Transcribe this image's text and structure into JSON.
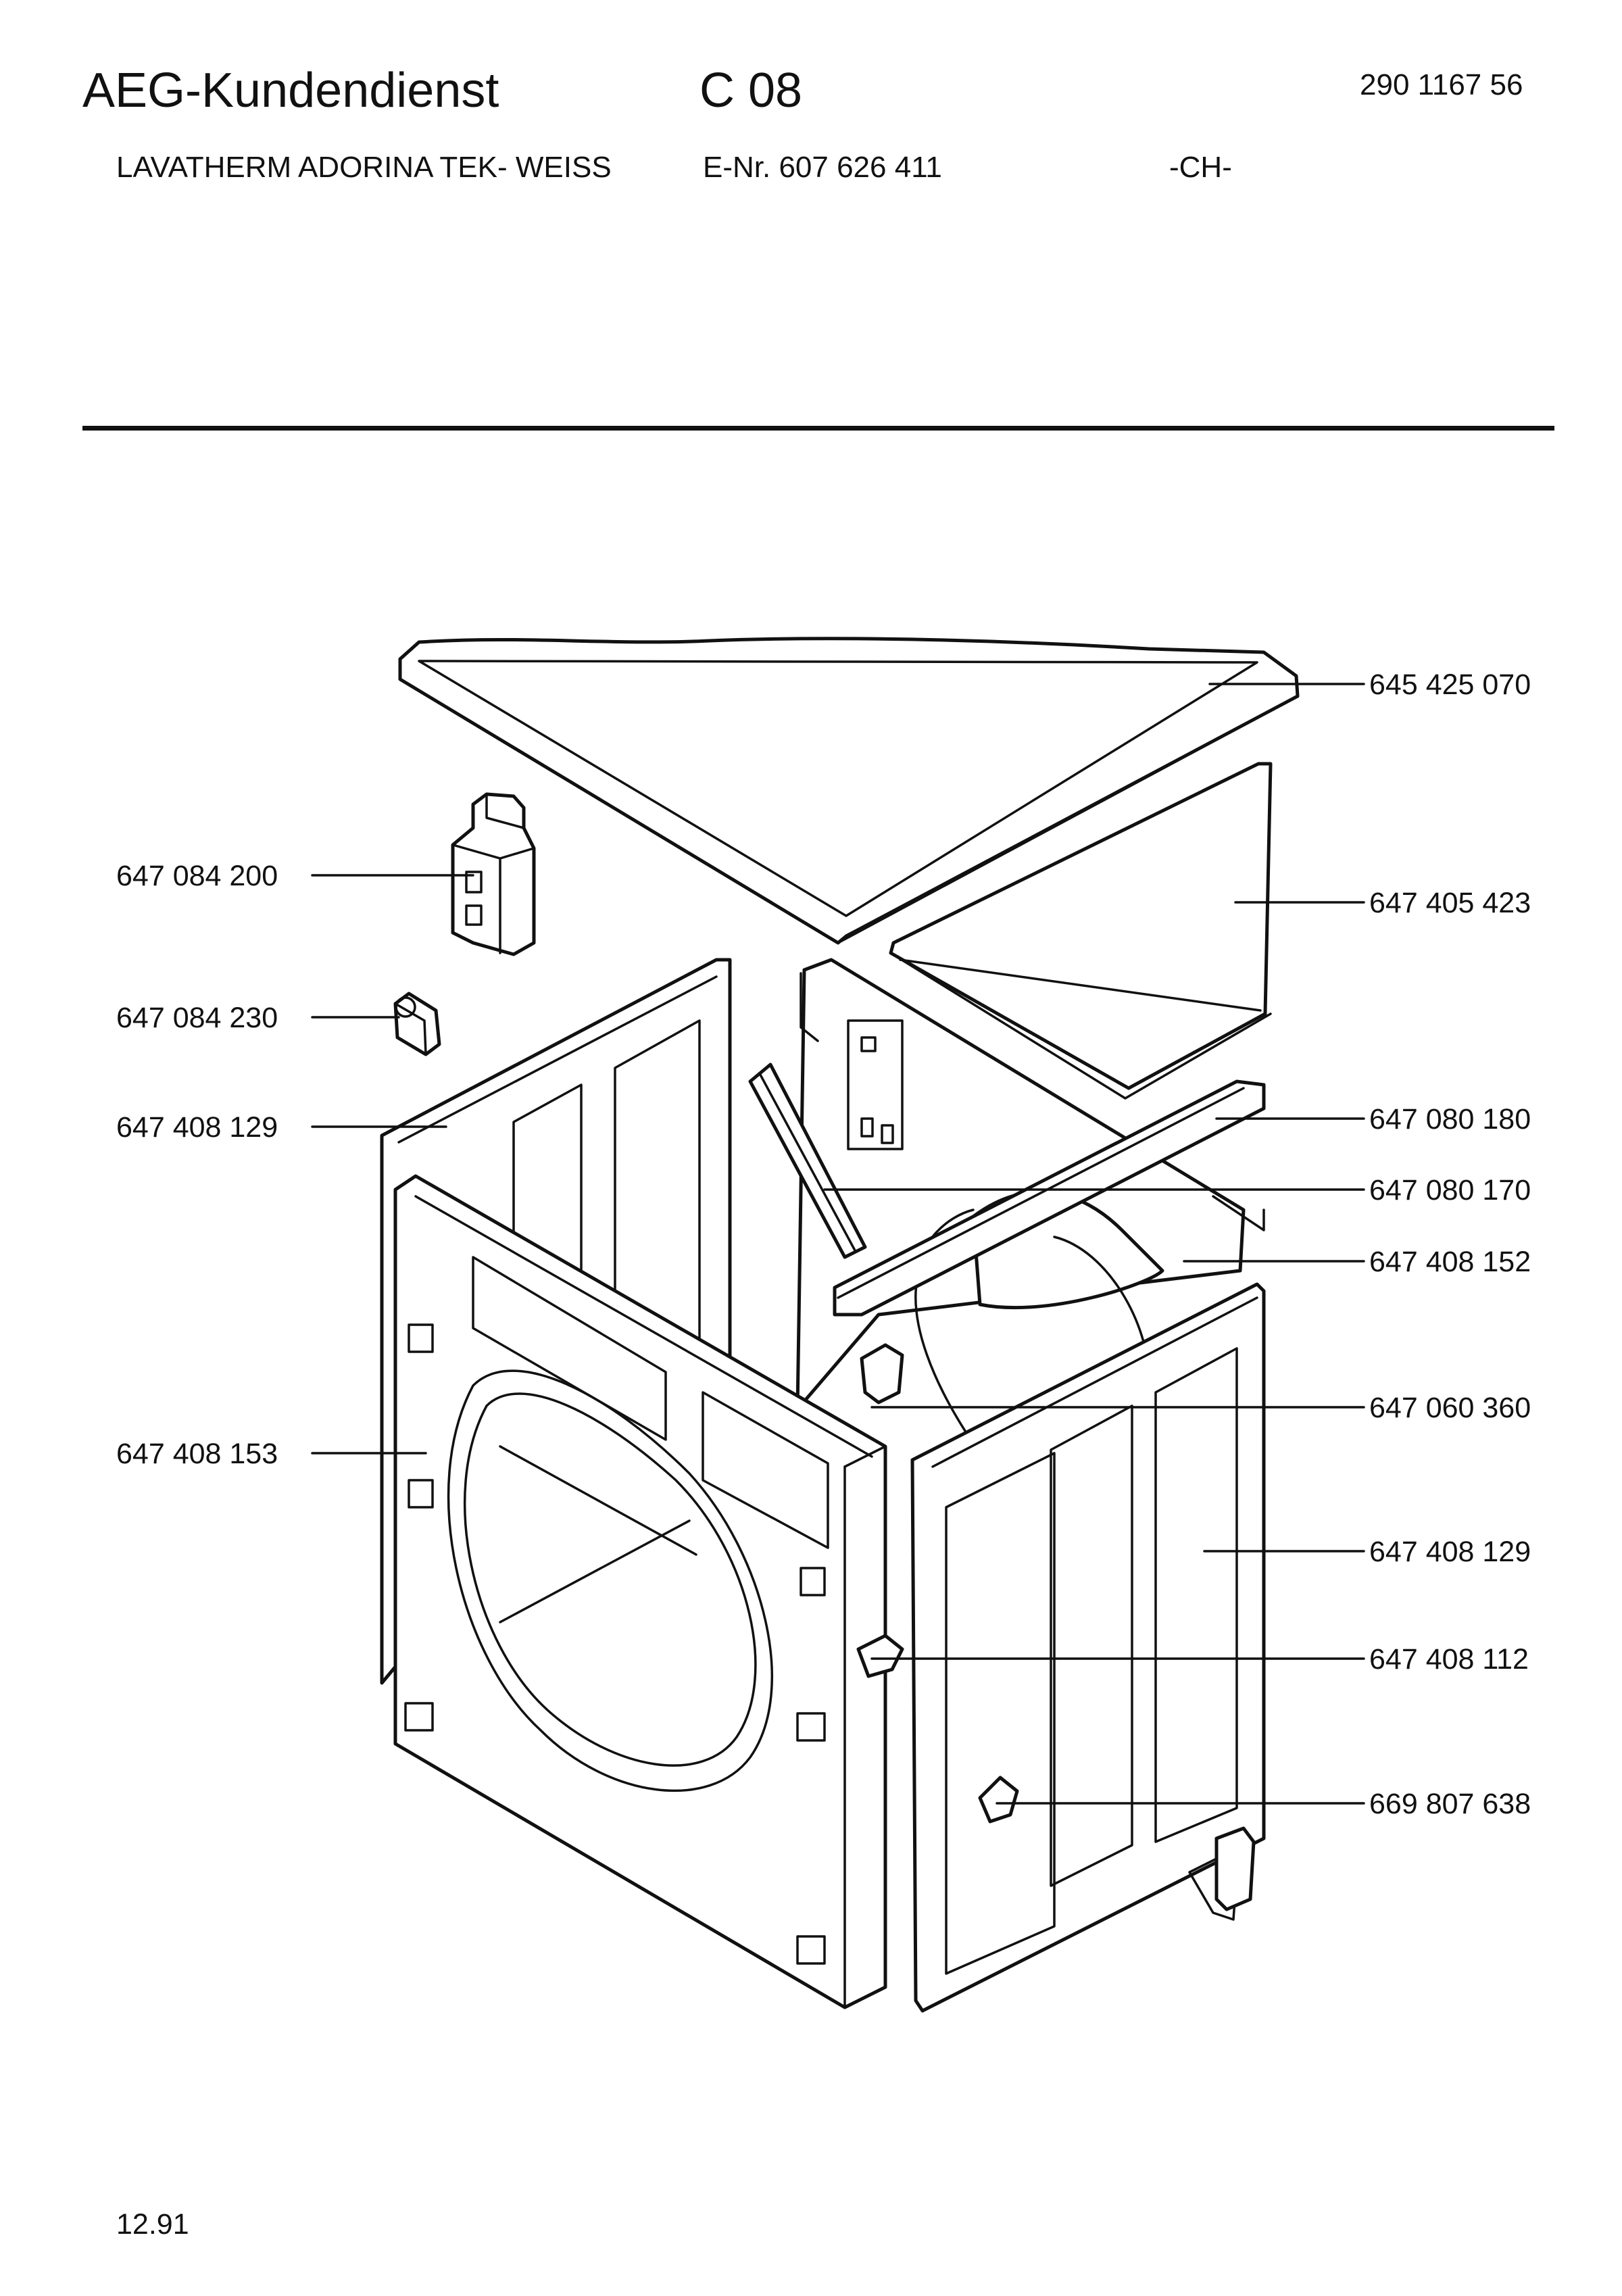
{
  "header": {
    "title": "AEG-Kundendienst",
    "section": "C 08",
    "doc_number": "290 1167 56"
  },
  "subheader": {
    "model": "LAVATHERM ADORINA TEK- WEISS",
    "enr": "E-Nr. 607 626 411",
    "country": "-CH-"
  },
  "parts": {
    "left": [
      "647 084 200",
      "647 084 230",
      "647 408 129",
      "647 408 153"
    ],
    "right": [
      "645 425 070",
      "647 405 423",
      "647 080 180",
      "647 080 170",
      "647 408 152",
      "647 060 360",
      "647 408 129",
      "647 408 112",
      "669 807 638"
    ]
  },
  "footer": {
    "date": "12.91"
  }
}
